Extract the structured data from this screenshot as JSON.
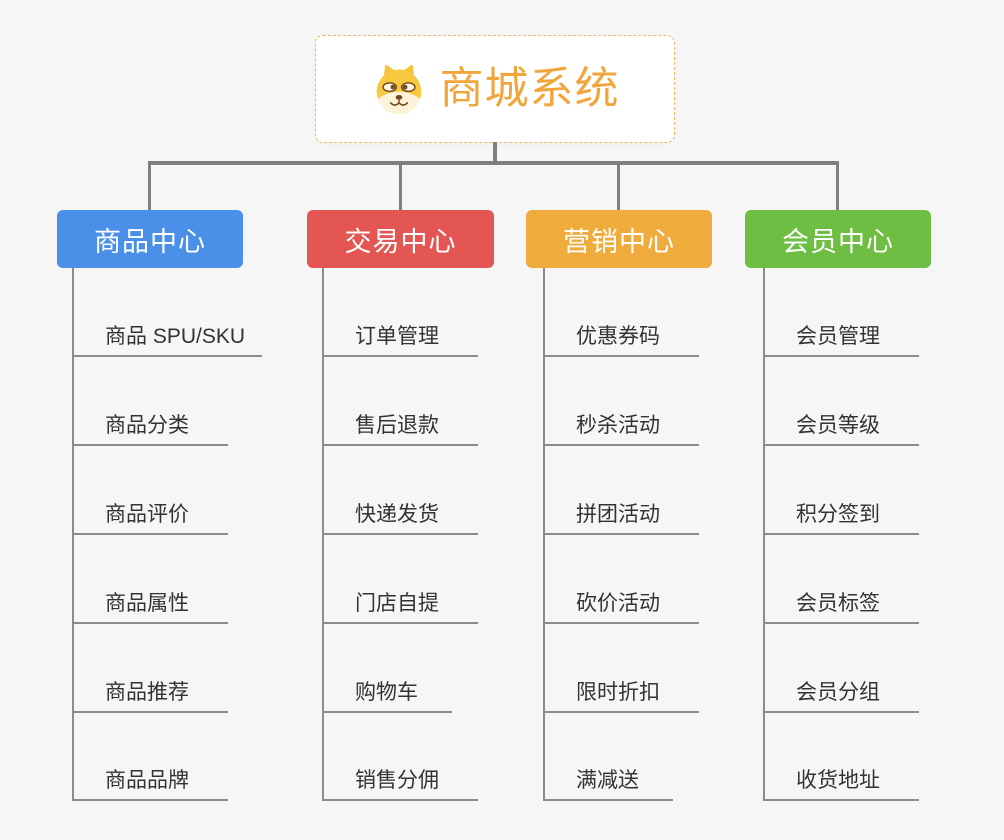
{
  "root": {
    "title": "商城系统",
    "icon": "dog-face-icon"
  },
  "branches": [
    {
      "label": "商品中心",
      "color": "#4a8fe8",
      "items": [
        "商品 SPU/SKU",
        "商品分类",
        "商品评价",
        "商品属性",
        "商品推荐",
        "商品品牌"
      ]
    },
    {
      "label": "交易中心",
      "color": "#e45653",
      "items": [
        "订单管理",
        "售后退款",
        "快递发货",
        "门店自提",
        "购物车",
        "销售分佣"
      ]
    },
    {
      "label": "营销中心",
      "color": "#efac3c",
      "items": [
        "优惠券码",
        "秒杀活动",
        "拼团活动",
        "砍价活动",
        "限时折扣",
        "满减送"
      ]
    },
    {
      "label": "会员中心",
      "color": "#6ebe44",
      "items": [
        "会员管理",
        "会员等级",
        "积分签到",
        "会员标签",
        "会员分组",
        "收货地址"
      ]
    }
  ],
  "colors": {
    "background": "#f6f6f6",
    "root_text": "#f2a53a",
    "root_border": "#f0b860",
    "header_text": "#ffffff",
    "branch_blue": "#4a8fe8",
    "branch_red": "#e45653",
    "branch_orange": "#efac3c",
    "branch_green": "#6ebe44",
    "connector": "#7f7f7f",
    "underline": "#8c8c8c",
    "leaf_text": "#333333"
  }
}
